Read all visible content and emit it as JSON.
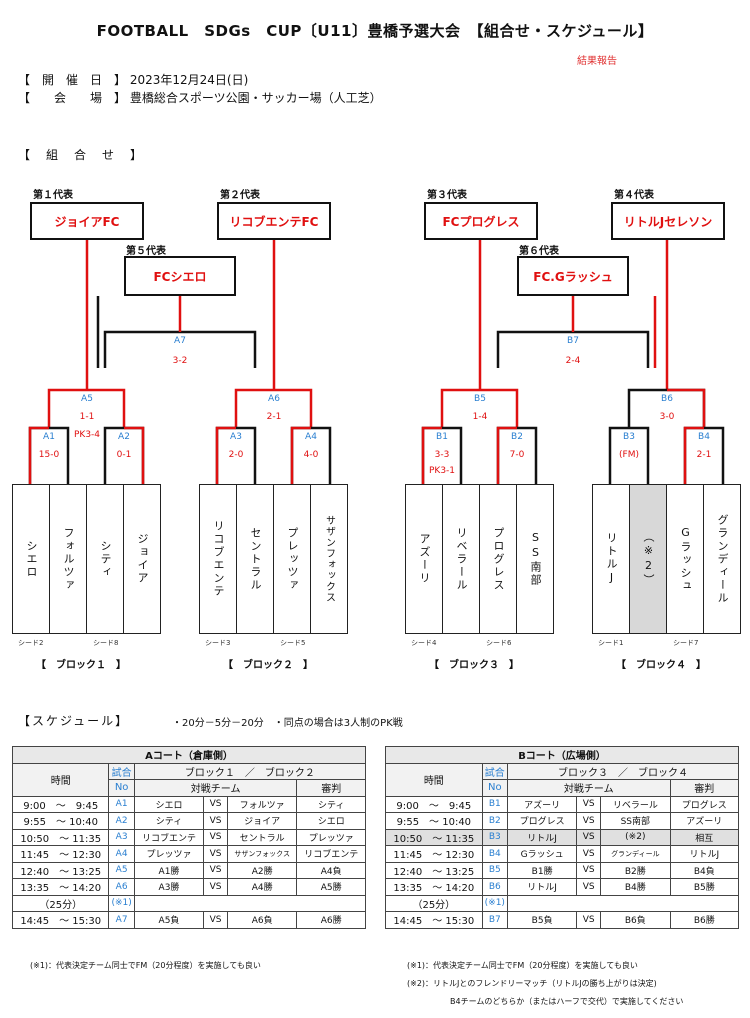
{
  "header": {
    "title": "FOOTBALL　SDGs　CUP〔U11〕豊橋予選大会　【組合せ・スケジュール】",
    "result_link": "結果報告",
    "date_label": "【　開　催　日　】",
    "date_value": "2023年12月24日(日)",
    "venue_label": "【　　会　　場　】",
    "venue_value": "豊橋総合スポーツ公園・サッカー場（人工芝）"
  },
  "bracket": {
    "section_title": "【　組　合　せ　】",
    "reps": [
      {
        "label": "第１代表",
        "team": "ジョイアFC"
      },
      {
        "label": "第２代表",
        "team": "リコブエンテFC"
      },
      {
        "label": "第３代表",
        "team": "FCプログレス"
      },
      {
        "label": "第４代表",
        "team": "リトルJセレソン"
      },
      {
        "label": "第５代表",
        "team": "FCシエロ"
      },
      {
        "label": "第６代表",
        "team": "FC.Gラッシュ"
      }
    ],
    "matches": {
      "A7": {
        "id": "A7",
        "score": "3-2"
      },
      "B7": {
        "id": "B7",
        "score": "2-4"
      },
      "A5": {
        "id": "A5",
        "score": "1-1",
        "pk": "PK3-4"
      },
      "A6": {
        "id": "A6",
        "score": "2-1"
      },
      "B5": {
        "id": "B5",
        "score": "1-4"
      },
      "B6": {
        "id": "B6",
        "score": "3-0"
      },
      "A1": {
        "id": "A1",
        "score": "15-0"
      },
      "A2": {
        "id": "A2",
        "score": "0-1"
      },
      "A3": {
        "id": "A3",
        "score": "2-0"
      },
      "A4": {
        "id": "A4",
        "score": "4-0"
      },
      "B1": {
        "id": "B1",
        "score": "3-3",
        "pk": "PK3-1"
      },
      "B2": {
        "id": "B2",
        "score": "7-0"
      },
      "B3": {
        "id": "B3",
        "score": "(FM)"
      },
      "B4": {
        "id": "B4",
        "score": "2-1"
      }
    },
    "blocks": [
      {
        "name": "【　ブロック１　】",
        "teams": [
          "シエロ",
          "フォルツァ",
          "シティ",
          "ジョイア"
        ],
        "seeds": [
          "シード2",
          "シード8"
        ]
      },
      {
        "name": "【　ブロック２　】",
        "teams": [
          "リコブエンテ",
          "セントラル",
          "プレッツァ",
          "サザンフォックス"
        ],
        "seeds": [
          "シード3",
          "シード5"
        ]
      },
      {
        "name": "【　ブロック３　】",
        "teams": [
          "アズーリ",
          "リベラール",
          "プログレス",
          "SS南部"
        ],
        "seeds": [
          "シード4",
          "シード6"
        ]
      },
      {
        "name": "【　ブロック４　】",
        "teams": [
          "リトルJ",
          "（※2）",
          "Gラッシュ",
          "グランディール"
        ],
        "seeds": [
          "シード1",
          "シード7"
        ]
      }
    ]
  },
  "schedule": {
    "section_title": "【スケジュール】",
    "rule_note": "・20分－5分－20分　・同点の場合は3人制のPK戦",
    "headers": {
      "time": "時間",
      "match": "試合",
      "no": "No",
      "teams": "対戦チーム",
      "referee": "審判",
      "vs": "VS"
    },
    "courtA": {
      "title": "Aコート（倉庫側）",
      "blocks": "ブロック１　／　ブロック２",
      "rows": [
        {
          "time": "9:00　～　9:45",
          "no": "A1",
          "home": "シエロ",
          "away": "フォルツァ",
          "ref": "シティ"
        },
        {
          "time": "9:55　～ 10:40",
          "no": "A2",
          "home": "シティ",
          "away": "ジョイア",
          "ref": "シエロ"
        },
        {
          "time": "10:50　～ 11:35",
          "no": "A3",
          "home": "リコブエンテ",
          "away": "セントラル",
          "ref": "プレッツァ"
        },
        {
          "time": "11:45　～ 12:30",
          "no": "A4",
          "home": "プレッツァ",
          "away": "サザンフォックス",
          "ref": "リコブエンテ"
        },
        {
          "time": "12:40　～ 13:25",
          "no": "A5",
          "home": "A1勝",
          "away": "A2勝",
          "ref": "A4負"
        },
        {
          "time": "13:35　～ 14:20",
          "no": "A6",
          "home": "A3勝",
          "away": "A4勝",
          "ref": "A5勝"
        }
      ],
      "break_time": "（25分）",
      "break_no": "(※1)",
      "final": {
        "time": "14:45　～ 15:30",
        "no": "A7",
        "home": "A5負",
        "away": "A6負",
        "ref": "A6勝"
      },
      "notes": [
        "(※1)：代表決定チーム同士でFM（20分程度）を実施しても良い"
      ]
    },
    "courtB": {
      "title": "Bコート（広場側）",
      "blocks": "ブロック３　／　ブロック４",
      "rows": [
        {
          "time": "9:00　～　9:45",
          "no": "B1",
          "home": "アズーリ",
          "away": "リベラール",
          "ref": "プログレス"
        },
        {
          "time": "9:55　～ 10:40",
          "no": "B2",
          "home": "プログレス",
          "away": "SS南部",
          "ref": "アズーリ"
        },
        {
          "time": "10:50　～ 11:35",
          "no": "B3",
          "home": "リトルJ",
          "away": "(※2)",
          "ref": "相互"
        },
        {
          "time": "11:45　～ 12:30",
          "no": "B4",
          "home": "Gラッシュ",
          "away": "グランディール",
          "ref": "リトルJ"
        },
        {
          "time": "12:40　～ 13:25",
          "no": "B5",
          "home": "B1勝",
          "away": "B2勝",
          "ref": "B4負"
        },
        {
          "time": "13:35　～ 14:20",
          "no": "B6",
          "home": "リトルJ",
          "away": "B4勝",
          "ref": "B5勝"
        }
      ],
      "break_time": "（25分）",
      "break_no": "(※1)",
      "final": {
        "time": "14:45　～ 15:30",
        "no": "B7",
        "home": "B5負",
        "away": "B6負",
        "ref": "B6勝"
      },
      "notes": [
        "(※1)：代表決定チーム同士でFM（20分程度）を実施しても良い",
        "(※2)：リトルJとのフレンドリーマッチ（リトルJの勝ち上がりは決定)",
        "B4チームのどちらか（またはハーフで交代）で実施してください"
      ]
    }
  },
  "colors": {
    "win": "#e01010",
    "line": "#111111",
    "id": "#2a7fd0"
  }
}
